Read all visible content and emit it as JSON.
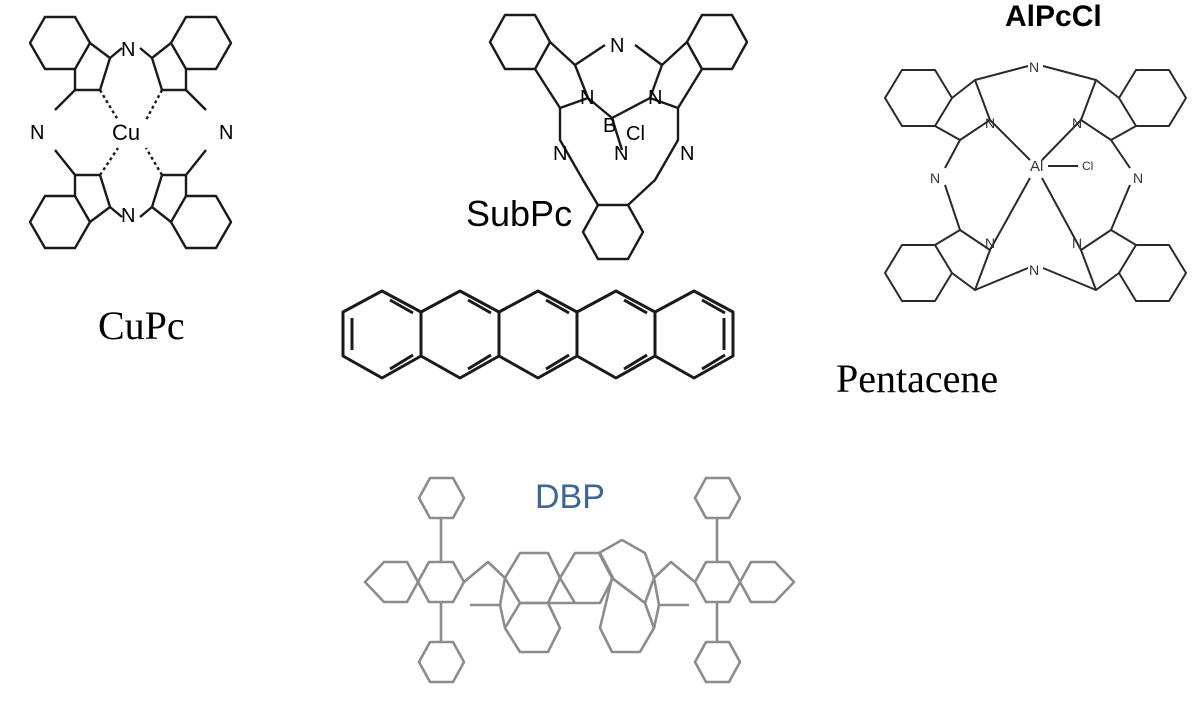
{
  "labels": {
    "cupc": "CuPc",
    "subpc": "SubPc",
    "alpccl": "AlPcCl",
    "pentacene": "Pentacene",
    "dbp": "DBP"
  },
  "atoms": {
    "n": "N",
    "cu": "Cu",
    "b": "B",
    "cl": "Cl",
    "al": "Al"
  },
  "colors": {
    "dbp_label": "#3f6496",
    "bond_dark": "#1a1a1a",
    "bond_grey": "#8c8c8c"
  }
}
